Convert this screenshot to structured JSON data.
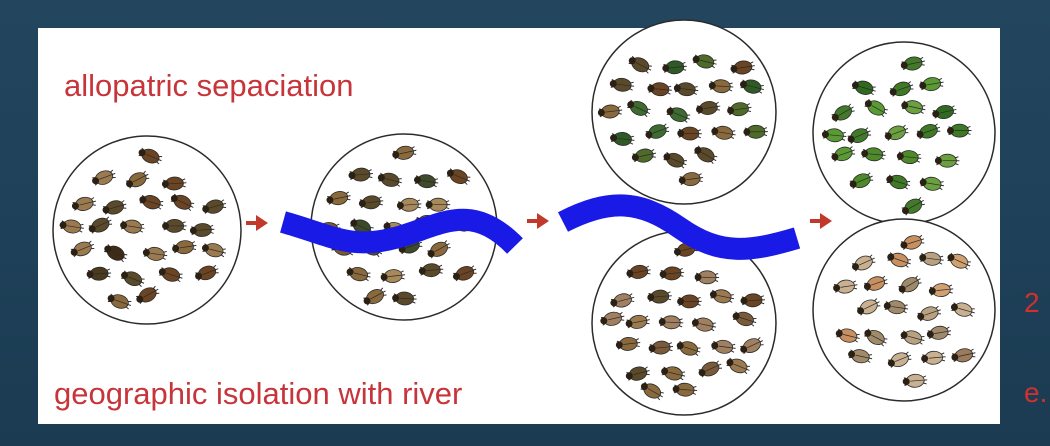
{
  "title": "allopatric sepaciation",
  "caption": "geographic isolation with river",
  "side_label": {
    "line1": "2",
    "line2": "e."
  },
  "colors": {
    "background": "#1f425a",
    "panel": "#ffffff",
    "label_text": "#c7353a",
    "river": "#1a1ae6",
    "arrow": "#c0392b",
    "circle_outline": "#2b2b2b"
  },
  "populations": [
    {
      "name": "original-population",
      "palette": [
        "#6b4423",
        "#8a6a3d",
        "#5a4a2a",
        "#4a3a1f",
        "#9c7a4f",
        "#3e2c18"
      ]
    },
    {
      "name": "population-split-by-river",
      "palette": [
        "#6b4423",
        "#8a6a3d",
        "#5a4a2a",
        "#a88a5a",
        "#3e4a2a",
        "#7a5a30"
      ]
    },
    {
      "name": "upper-population-diverging",
      "palette": [
        "#4f6b2a",
        "#6b4423",
        "#3e6b30",
        "#8a6a3d",
        "#2f5a25",
        "#5a4a2a"
      ]
    },
    {
      "name": "lower-population-diverging",
      "palette": [
        "#6b4423",
        "#8a6a3d",
        "#a08060",
        "#5a4a2a",
        "#9c7a4f",
        "#7a5a3a"
      ]
    },
    {
      "name": "new-species-green",
      "palette": [
        "#4f8a2a",
        "#3e7a25",
        "#6ba040",
        "#2f6a20",
        "#5a9a35",
        "#437a2a"
      ]
    },
    {
      "name": "new-species-tan",
      "palette": [
        "#c89060",
        "#b8a080",
        "#d0a070",
        "#a08a6a",
        "#c8b090",
        "#9c7a5a"
      ]
    }
  ]
}
